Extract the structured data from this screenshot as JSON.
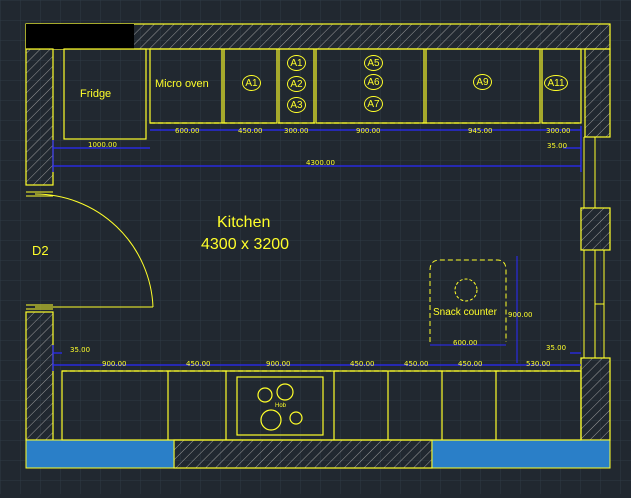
{
  "colors": {
    "background": "#212830",
    "grid": "#2e3a45",
    "lines": "#ffff2a",
    "dimension": "#2a2aff",
    "hatch": "#9a9a9a",
    "window": "#2a7fc8"
  },
  "room": {
    "name": "Kitchen",
    "size": "4300 x 3200",
    "door_label": "D2"
  },
  "top_cabinets": {
    "fridge": "Fridge",
    "micro_oven": "Micro oven",
    "a1": "A1",
    "col2": [
      "A1",
      "A2",
      "A3"
    ],
    "col3": [
      "A5",
      "A6",
      "A7"
    ],
    "a9": "A9",
    "a11": "A11"
  },
  "top_dimensions": {
    "d1000": "1000.00",
    "d600": "600.00",
    "d450": "450.00",
    "d300": "300.00",
    "d900": "900.00",
    "d945": "945.00",
    "d300b": "300.00",
    "d35": "35.00",
    "total": "4300.00"
  },
  "snack": {
    "label": "Snack counter",
    "depth": "900.00",
    "width": "600.00"
  },
  "hob": {
    "label": "Hob"
  },
  "bottom_dimensions": {
    "d35_left": "35.00",
    "d35_right": "35.00",
    "d900a": "900.00",
    "d450a": "450.00",
    "d900b": "900.00",
    "d450b": "450.00",
    "d450c": "450.00",
    "d450d": "450.00",
    "d530": "530.00"
  }
}
